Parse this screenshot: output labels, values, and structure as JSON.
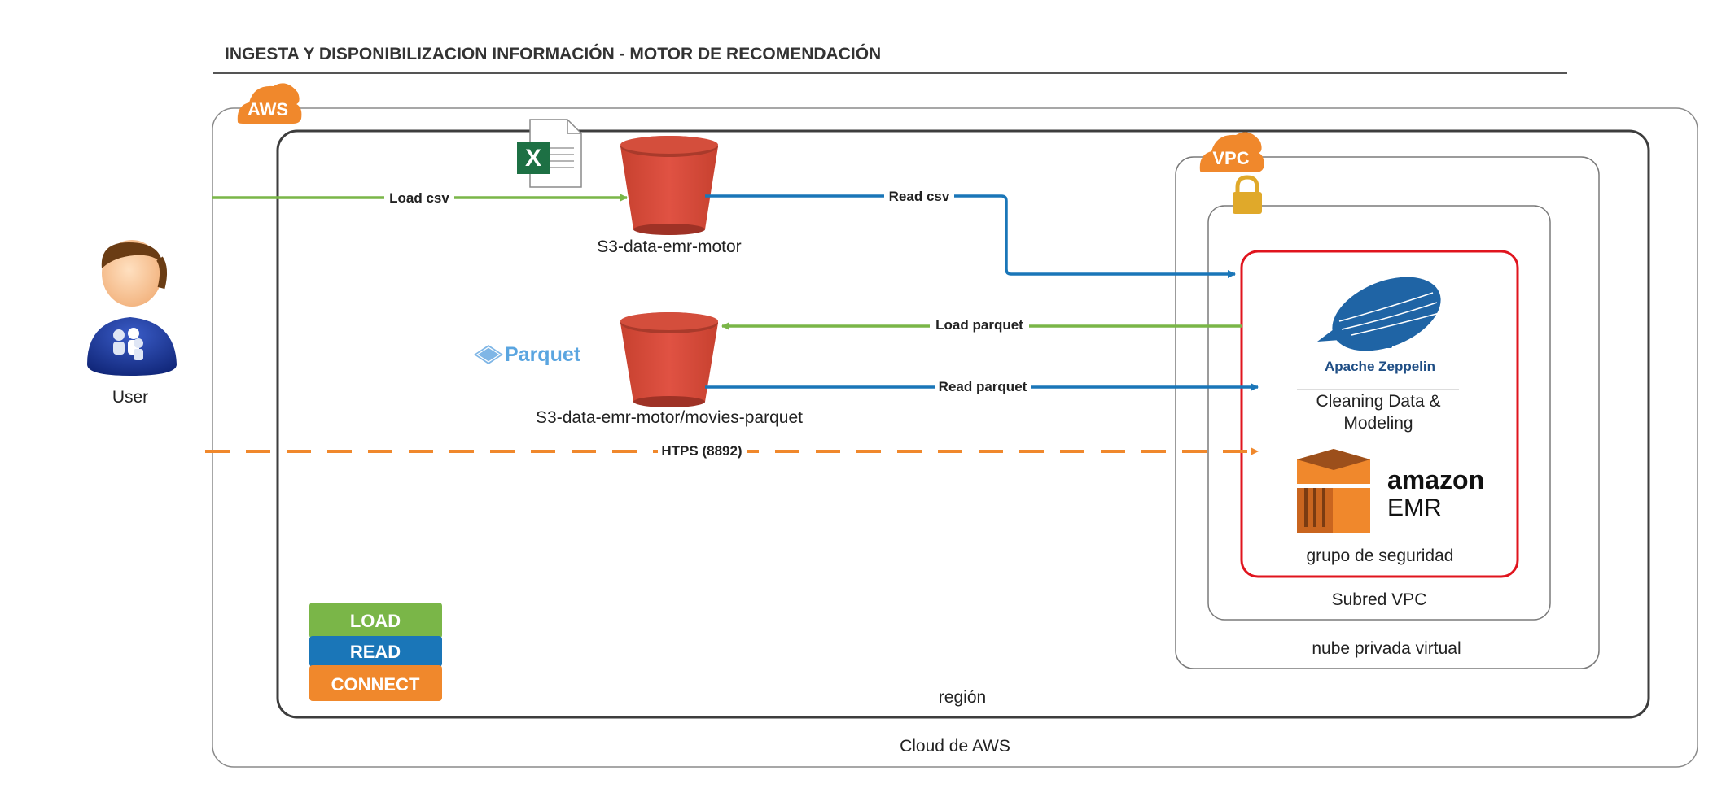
{
  "title": "INGESTA Y DISPONIBILIZACION INFORMACIÓN - MOTOR DE RECOMENDACIÓN",
  "colors": {
    "load": "#7ab648",
    "read": "#1a76b8",
    "connect": "#f0882c",
    "bucket": "#e05243",
    "aws_orange": "#f0882c",
    "security_group": "#e0141e",
    "lock": "#e0a92a"
  },
  "containers": {
    "aws_cloud": {
      "badge": "AWS",
      "label": "Cloud de AWS"
    },
    "region": {
      "label": "región"
    },
    "vpc": {
      "badge": "VPC",
      "label": "nube privada virtual"
    },
    "subnet": {
      "label": "Subred VPC"
    },
    "security_group": {
      "label": "grupo de seguridad"
    }
  },
  "nodes": {
    "user": {
      "label": "User",
      "icon": "user-icon"
    },
    "bucket_raw": {
      "label": "S3-data-emr-motor",
      "icon": "s3-bucket-icon"
    },
    "bucket_parquet": {
      "label": "S3-data-emr-motor/movies-parquet",
      "icon": "s3-bucket-icon"
    },
    "excel": {
      "icon": "excel-file-icon",
      "letter": "X"
    },
    "parquet_logo": {
      "text": "Parquet"
    },
    "zeppelin": {
      "logo_text": "Apache Zeppelin",
      "caption_line1": "Cleaning Data &",
      "caption_line2": "Modeling"
    },
    "emr": {
      "brand": "amazon",
      "product": "EMR"
    }
  },
  "edges": [
    {
      "label": "Load csv",
      "type": "load"
    },
    {
      "label": "Read csv",
      "type": "read"
    },
    {
      "label": "Load parquet",
      "type": "load"
    },
    {
      "label": "Read parquet",
      "type": "read"
    },
    {
      "label": "HTPS (8892)",
      "type": "connect"
    }
  ],
  "legend": [
    {
      "label": "LOAD",
      "color": "#7ab648"
    },
    {
      "label": "READ",
      "color": "#1a76b8"
    },
    {
      "label": "CONNECT",
      "color": "#f0882c"
    }
  ]
}
